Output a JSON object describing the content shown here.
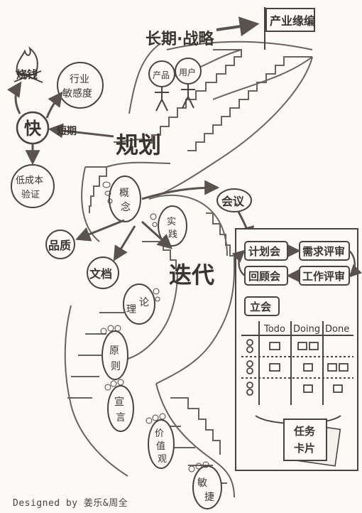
{
  "top": {
    "long_term_strategy": "长期·战略",
    "product_roadmap": "产业缘编",
    "product": "产品",
    "user": "用户"
  },
  "left": {
    "fast": "快",
    "burn_money": "烧钱",
    "industry_sensitivity": [
      "行业",
      "敏感度"
    ],
    "short_term": "短期",
    "low_cost_validation": [
      "低成本",
      "验证"
    ]
  },
  "center": {
    "planning": "规划",
    "concept": [
      "概",
      "念"
    ],
    "practice": [
      "实",
      "践"
    ],
    "meeting": "会议",
    "quality": "品质",
    "document": "文档",
    "iteration": "迭代"
  },
  "feet": {
    "theory": [
      "理",
      "论"
    ],
    "principle": [
      "原",
      "则"
    ],
    "declaration": [
      "宣",
      "言"
    ],
    "values": [
      "价",
      "值",
      "观"
    ],
    "agile": [
      "敏",
      "捷"
    ]
  },
  "board": {
    "plan_meeting": "计划会",
    "requirements_review": "需求评审",
    "retro_meeting": "回顾会",
    "workload_review": "工作评审",
    "standup": "立会",
    "columns": [
      "Todo",
      "Doing",
      "Done"
    ],
    "task_cards": [
      "任务",
      "卡片"
    ]
  },
  "footer": {
    "credit": "Designed by 姜乐&周全"
  },
  "colors": {
    "ink": "#3a3431",
    "line": "#6b625d",
    "card": "#fbfaf7"
  }
}
